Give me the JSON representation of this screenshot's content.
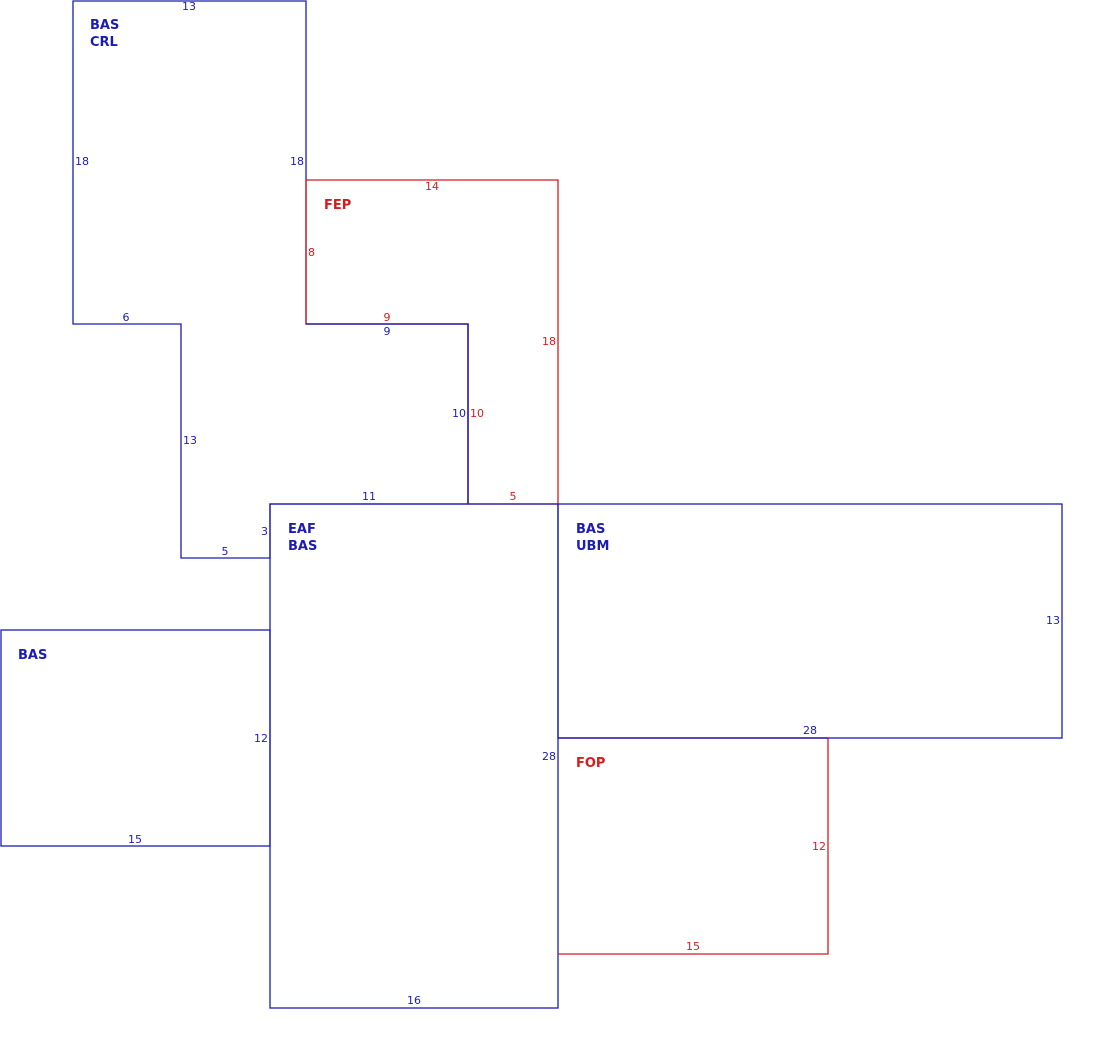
{
  "colors": {
    "base": "#1c1cb4",
    "porch": "#d41c1c"
  },
  "areas": {
    "bas_crl": {
      "line1": "BAS",
      "line2": "CRL"
    },
    "fep": {
      "line1": "FEP"
    },
    "eaf_bas": {
      "line1": "EAF",
      "line2": "BAS"
    },
    "bas_ubm": {
      "line1": "BAS",
      "line2": "UBM"
    },
    "bas_left": {
      "line1": "BAS"
    },
    "fop": {
      "line1": "FOP"
    }
  },
  "dims": {
    "crl_top": "13",
    "crl_left": "18",
    "crl_right": "18",
    "crl_bottom_left": "6",
    "crl_mid_vertical": "13",
    "crl_bottom_step": "5",
    "crl_step_up": "3",
    "crl_notch_bottom": "9",
    "crl_notch_right": "10",
    "crl_eaf_top": "11",
    "fep_top": "14",
    "fep_left": "8",
    "fep_notch_top": "9",
    "fep_notch_right": "10",
    "fep_right": "18",
    "fep_bottom": "5",
    "ubm_right": "13",
    "ubm_bottom": "28",
    "eaf_right": "28",
    "eaf_bottom": "16",
    "left_right": "12",
    "left_bottom": "15",
    "fop_right": "12",
    "fop_bottom": "15"
  }
}
